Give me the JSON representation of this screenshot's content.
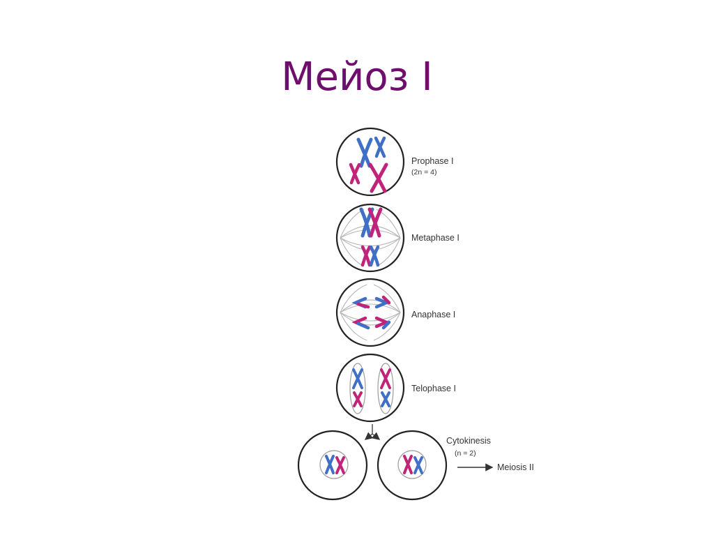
{
  "slide": {
    "title": "Мейоз I"
  },
  "diagram": {
    "stages": [
      {
        "label": "Prophase I",
        "sublabel": "(2n = 4)"
      },
      {
        "label": "Metaphase I"
      },
      {
        "label": "Anaphase I"
      },
      {
        "label": "Telophase I"
      },
      {
        "label": "Cytokinesis",
        "sublabel": "(n = 2)"
      }
    ],
    "next_stage": "Meiosis II"
  },
  "colors": {
    "title": "#6e0f6e",
    "chromosome_blue": "#3f6fc6",
    "chromosome_magenta": "#c2237a",
    "cell_outline": "#222222",
    "spindle": "#b5b5b5"
  }
}
